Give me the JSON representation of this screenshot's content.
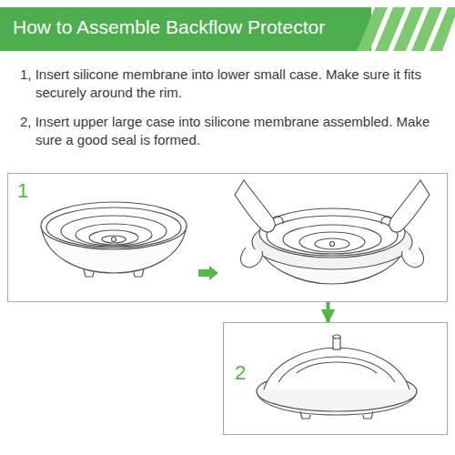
{
  "diagram": {
    "title": "How to Assemble Backflow Protector",
    "nodes": [
      {
        "text": [
          "1"
        ]
      },
      {
        "text": [
          "2"
        ]
      }
    ],
    "edges": [
      {
        "from": 0,
        "to": 1,
        "arrow": "to"
      }
    ],
    "labels": [
      "1, Insert silicone membrane into lower small case. Make sure it fits securely around the rim.",
      "2, Insert upper large case into silicone membrane assembled. Make sure a good seal is formed."
    ]
  }
}
